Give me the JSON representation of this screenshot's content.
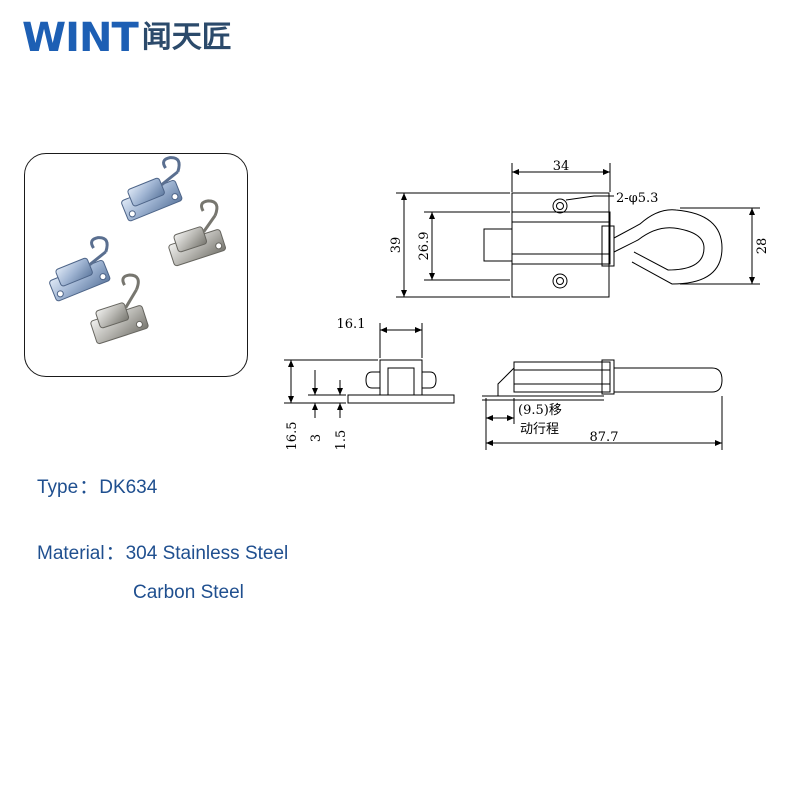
{
  "logo": {
    "brand": "WINT",
    "chinese": "闻天匠"
  },
  "colors": {
    "brand": "#1d5fb4",
    "brand_dark": "#2b4a6b",
    "text": "#1f4f8f"
  },
  "product_photo": {
    "icon": "latch-product-photo"
  },
  "drawing": {
    "top_view": {
      "width_label": "34",
      "hole_label": "2-φ5.3",
      "height_label": "39",
      "inner_height_label": "26.9",
      "hook_height_label": "28"
    },
    "side_view": {
      "width_label": "16.1",
      "total_height_label": "16.5",
      "mid_height_label": "3",
      "base_thickness_label": "1.5"
    },
    "front_view": {
      "stroke_label": "(9.5)移",
      "stroke_label_line2": "动行程",
      "length_label": "87.7"
    }
  },
  "specs": {
    "type_label": "Type",
    "type_value": "DK634",
    "material_label": "Material",
    "materials": [
      "304 Stainless Steel",
      "Carbon Steel"
    ],
    "separator": "："
  }
}
